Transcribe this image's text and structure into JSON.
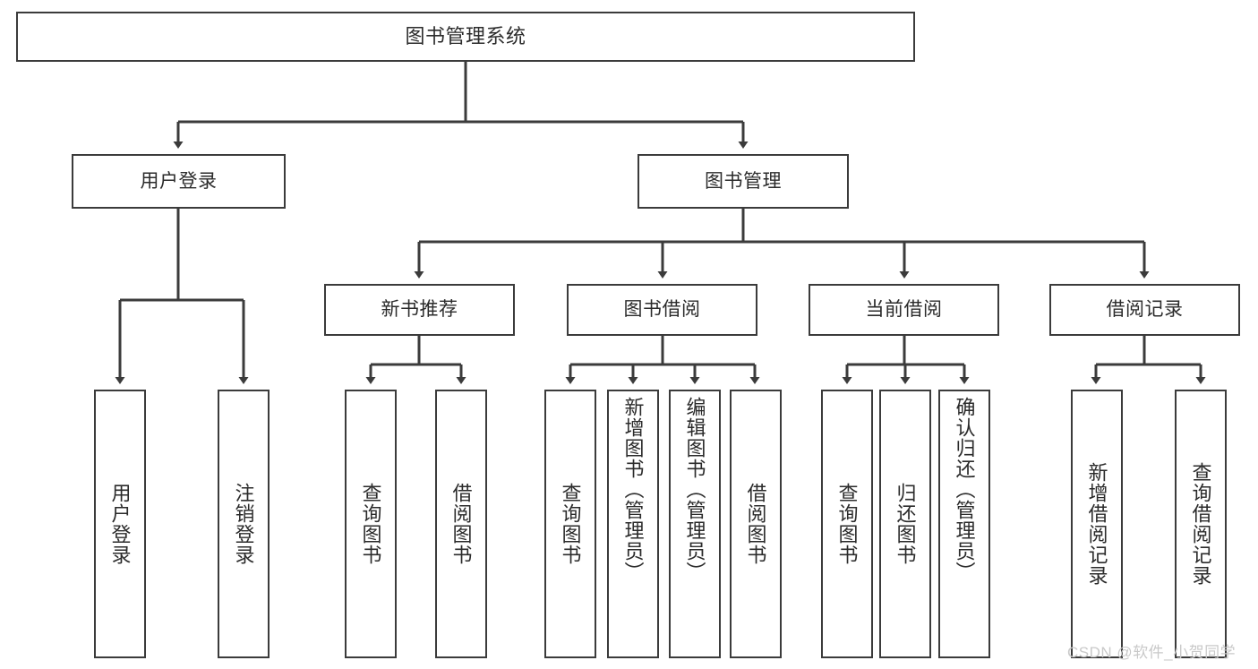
{
  "diagram": {
    "type": "tree-hierarchy",
    "title": "图书管理系统",
    "colors": {
      "box_border": "#3b3b3b",
      "box_fill": "#ffffff",
      "line": "#3b3b3b",
      "text": "#2b2b2b",
      "watermark": "#c9c9c9"
    },
    "nodes": {
      "root": {
        "label": "图书管理系统"
      },
      "level2": [
        {
          "id": "user-login",
          "label": "用户登录"
        },
        {
          "id": "book-manage",
          "label": "图书管理"
        }
      ],
      "level3": [
        {
          "id": "new-book-recommend",
          "label": "新书推荐"
        },
        {
          "id": "book-borrow",
          "label": "图书借阅"
        },
        {
          "id": "current-borrow",
          "label": "当前借阅"
        },
        {
          "id": "borrow-record",
          "label": "借阅记录"
        }
      ],
      "leaves": {
        "user-login": [
          {
            "id": "leaf-user-login",
            "label": "用户登录",
            "align": "mid"
          },
          {
            "id": "leaf-logout",
            "label": "注销登录",
            "align": "mid"
          }
        ],
        "new-book-recommend": [
          {
            "id": "leaf-query-book-1",
            "label": "查询图书",
            "align": "mid"
          },
          {
            "id": "leaf-borrow-book-1",
            "label": "借阅图书",
            "align": "mid"
          }
        ],
        "book-borrow": [
          {
            "id": "leaf-query-book-2",
            "label": "查询图书",
            "align": "mid"
          },
          {
            "id": "leaf-add-book",
            "label": "新增图书（管理员）",
            "align": "top"
          },
          {
            "id": "leaf-edit-book",
            "label": "编辑图书（管理员）",
            "align": "top"
          },
          {
            "id": "leaf-borrow-book-2",
            "label": "借阅图书",
            "align": "mid"
          }
        ],
        "current-borrow": [
          {
            "id": "leaf-query-book-3",
            "label": "查询图书",
            "align": "mid"
          },
          {
            "id": "leaf-return-book",
            "label": "归还图书",
            "align": "mid"
          },
          {
            "id": "leaf-confirm-return",
            "label": "确认归还（管理员）",
            "align": "top"
          }
        ],
        "borrow-record": [
          {
            "id": "leaf-add-record",
            "label": "新增借阅记录",
            "align": "mid"
          },
          {
            "id": "leaf-query-record",
            "label": "查询借阅记录",
            "align": "mid"
          }
        ]
      }
    },
    "watermark": {
      "text": "CSDN @软件_小贺同学"
    }
  }
}
